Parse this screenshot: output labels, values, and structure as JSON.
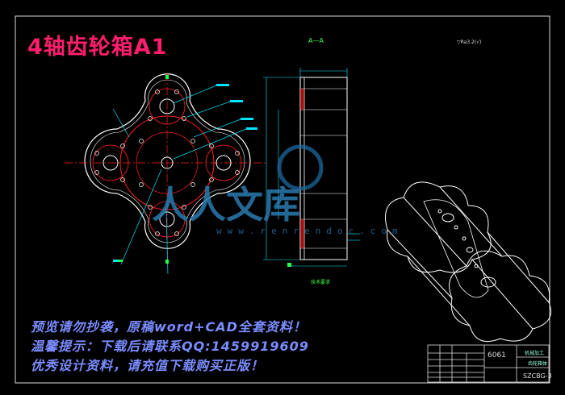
{
  "title": "4轴齿轮箱A1",
  "section_label": "A—A",
  "roughness_note": "▽Ra3.2(√)",
  "tech_note": "技术要求",
  "watermark": {
    "text": "人人文库",
    "url": "www.renrendoc.com"
  },
  "promo_lines": [
    "预览请勿抄袭，原稿word+CAD全套资料！",
    "温馨提示：下载后请联系QQ:1459919609",
    "优秀设计资料，请充值下载购买正版！"
  ],
  "title_block": {
    "material": "6061",
    "company": "机械加工",
    "part_name": "齿轮箱体",
    "drawing_code": "SZCBG-3"
  },
  "colors": {
    "frame": "#ffffff",
    "red": "#ff2020",
    "cyan": "#00e5ff",
    "green": "#22ff44",
    "title": "#ff1d6d",
    "promo": "#7a8cff",
    "watermark": "#2a7bb0"
  }
}
